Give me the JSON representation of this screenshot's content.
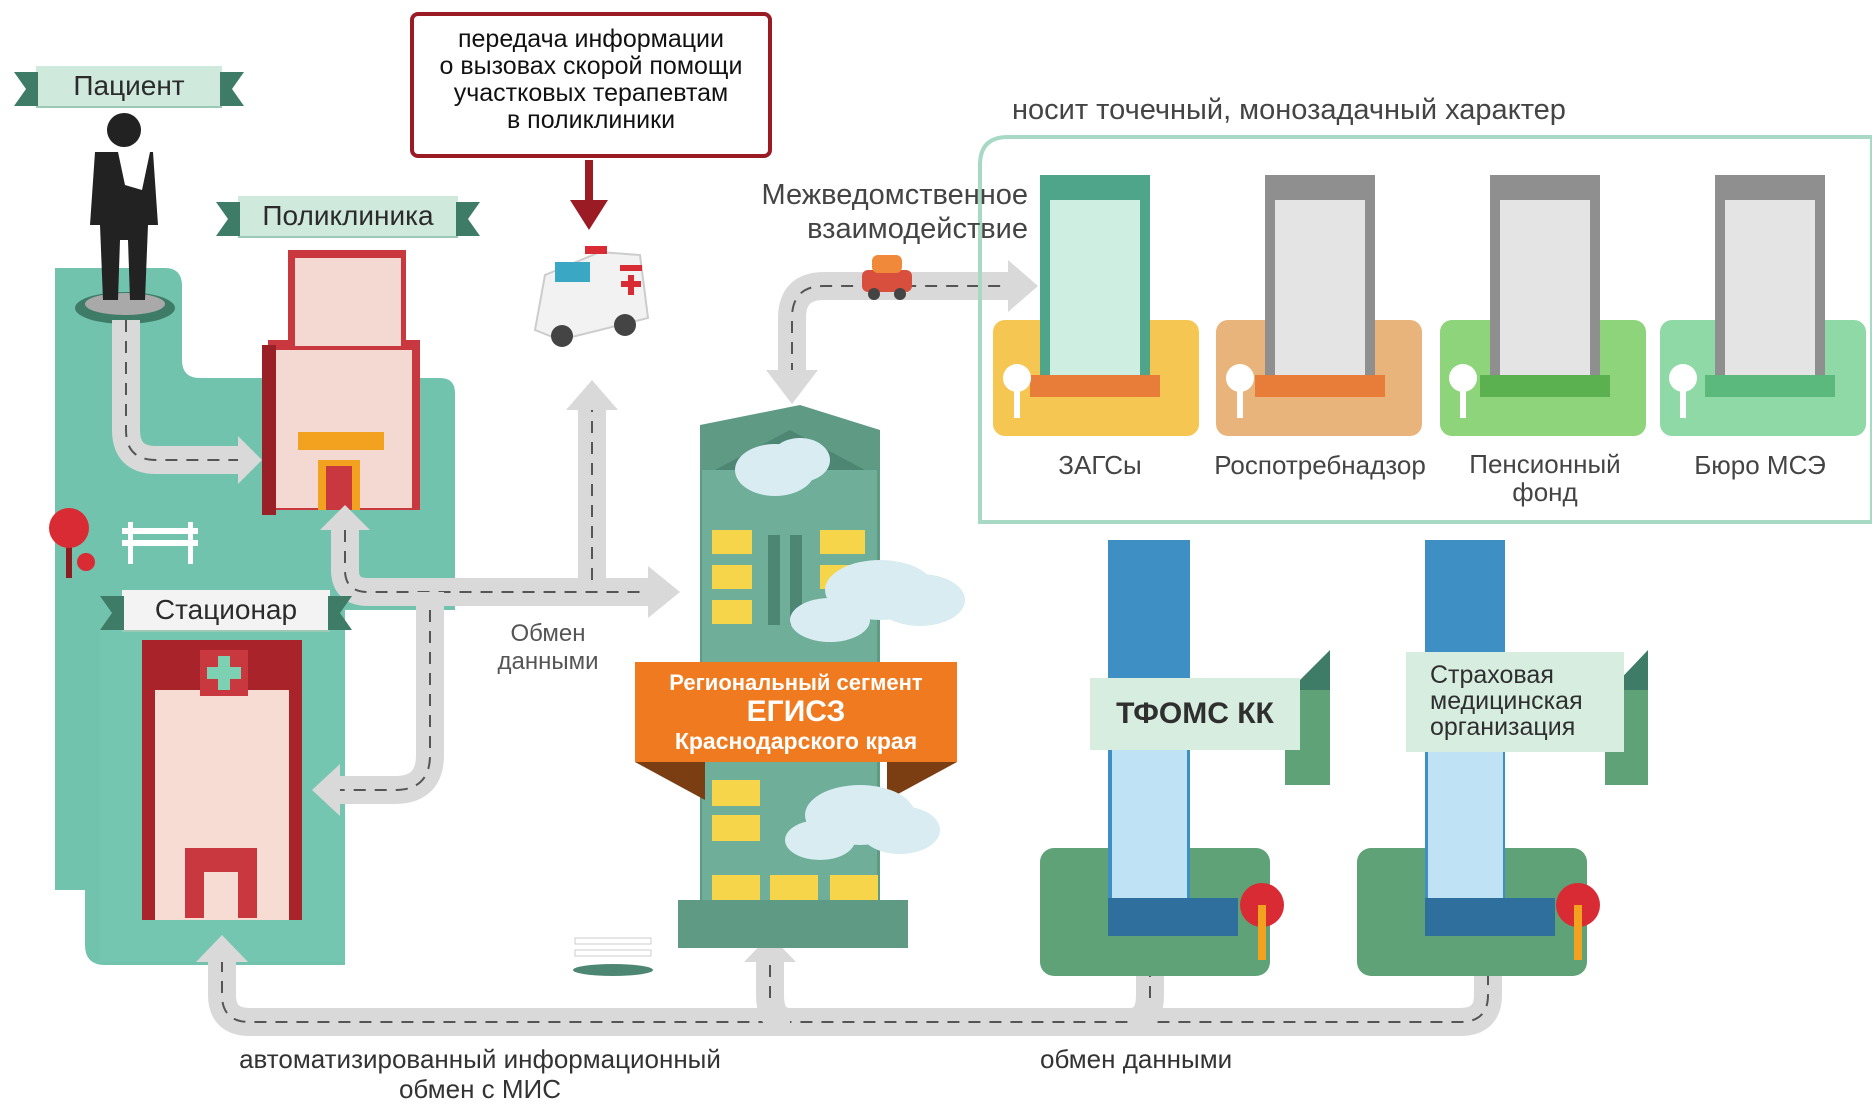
{
  "callout": {
    "line1": "передача информации",
    "line2": "о вызовах скорой помощи",
    "line3": "участковых терапевтам",
    "line4": "в поликлиники"
  },
  "labels": {
    "patient": "Пациент",
    "polyclinic": "Поликлиника",
    "hospital": "Стационар",
    "data_exchange_1": "Обмен",
    "data_exchange_2": "данными",
    "interagency_1": "Межведомственное",
    "interagency_2": "взаимодействие",
    "point_character": "носит точечный, монозадачный характер",
    "egisz_1": "Региональный сегмент",
    "egisz_2": "ЕГИСЗ",
    "egisz_3": "Краснодарского края",
    "tfoms": "ТФОМС КК",
    "smo_1": "Страховая",
    "smo_2": "медицинская",
    "smo_3": "организация",
    "auto_exchange_1": "автоматизированный информационный",
    "auto_exchange_2": "обмен с МИС",
    "data_exchange_bottom": "обмен данными"
  },
  "agencies": [
    {
      "name": "ЗАГСы",
      "color": "#f6c653"
    },
    {
      "name": "Роспотребнадзор",
      "color": "#e9b47c"
    },
    {
      "name": "Пенсионный фонд",
      "color": "#8ed47a"
    },
    {
      "name": "Бюро МСЭ",
      "color": "#8fd9a6"
    }
  ],
  "colors": {
    "teal_bg": "#71c3ad",
    "dark_green": "#3e7c68",
    "callout_border": "#9b1b25",
    "egisz_orange": "#ef7a1f",
    "road": "#d9d9d9"
  }
}
